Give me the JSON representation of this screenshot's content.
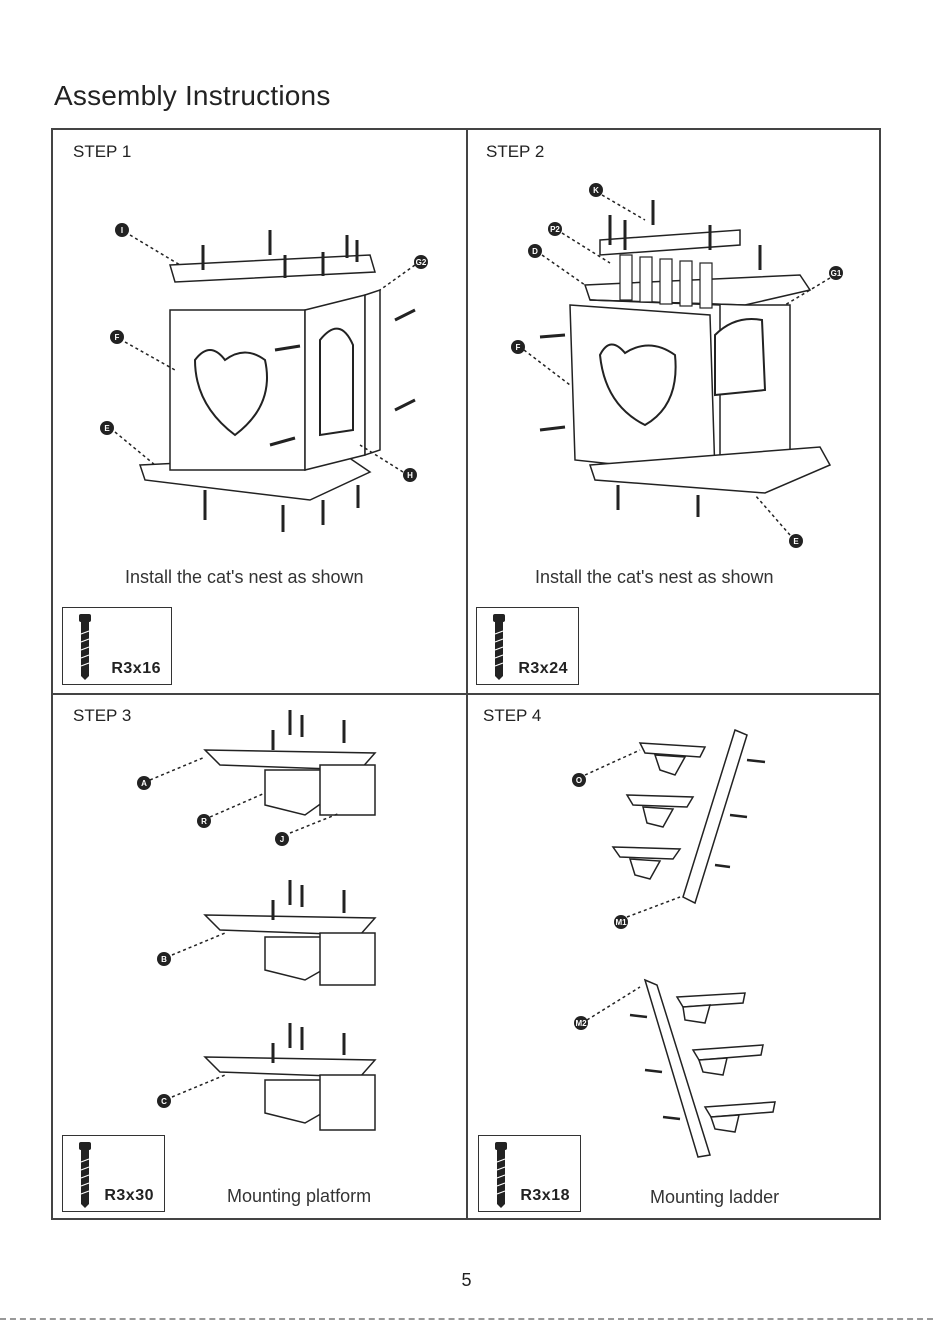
{
  "document": {
    "title": "Assembly Instructions",
    "page_number": "5"
  },
  "steps": [
    {
      "label": "STEP 1",
      "caption": "Install the cat's nest as shown",
      "screw": "R3x16"
    },
    {
      "label": "STEP 2",
      "caption": "Install the cat's nest as shown",
      "screw": "R3x24"
    },
    {
      "label": "STEP 3",
      "caption": "Mounting platform",
      "screw": "R3x30"
    },
    {
      "label": "STEP 4",
      "caption": "Mounting ladder",
      "screw": "R3x18"
    }
  ],
  "callouts": {
    "step1": [
      "I",
      "G2",
      "F",
      "E",
      "H"
    ],
    "step2": [
      "K",
      "P2",
      "D",
      "G1",
      "F",
      "E"
    ],
    "step3": [
      "A",
      "R",
      "J",
      "B",
      "C"
    ],
    "step4": [
      "O",
      "M1",
      "M2"
    ]
  }
}
